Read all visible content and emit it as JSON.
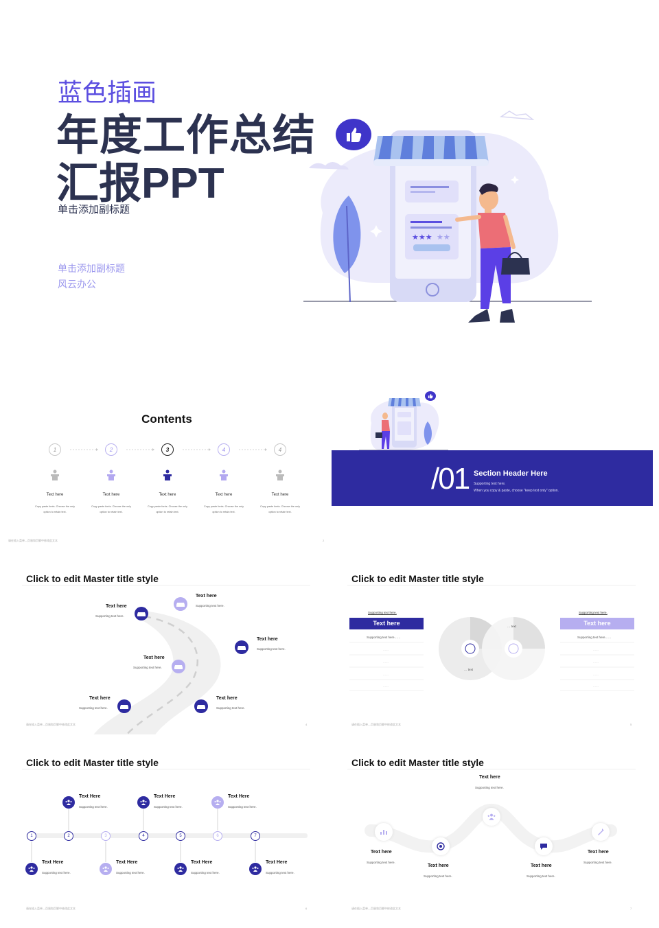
{
  "cover": {
    "title_line1": "蓝色插画",
    "title_line2": "年度工作总结",
    "title_line3": "汇报PPT",
    "subtitle": "单击添加副标题",
    "sub2": "单击添加副标题",
    "author": "风云办公"
  },
  "contents": {
    "title": "Contents",
    "steps": [
      {
        "num": "1",
        "label": "Text here",
        "desc1": "Copy paste fonts. Choose the only",
        "desc2": "option to retain text."
      },
      {
        "num": "2",
        "label": "Text here",
        "desc1": "Copy paste fonts. Choose the only",
        "desc2": "option to retain text."
      },
      {
        "num": "3",
        "label": "Text here",
        "desc1": "Copy paste fonts. Choose the only",
        "desc2": "option to retain text."
      },
      {
        "num": "4",
        "label": "Text here",
        "desc1": "Copy paste fonts. Choose the only",
        "desc2": "option to retain text."
      },
      {
        "num": "4",
        "label": "Text here",
        "desc1": "Copy paste fonts. Choose the only",
        "desc2": "option to retain text."
      }
    ],
    "footer": "请在插入菜单—页眉和页脚中修改此文本",
    "page": "2"
  },
  "section": {
    "number": "/01",
    "header": "Section Header Here",
    "line1": "Supporting text here.",
    "line2": "When you copy & paste, choose \"keep text only\" option."
  },
  "master_title": "Click to edit Master title style",
  "road": {
    "items": [
      {
        "title": "Text here",
        "sub": "Supporting text here."
      },
      {
        "title": "Text here",
        "sub": "Supporting text here."
      },
      {
        "title": "Text here",
        "sub": "Supporting text here."
      },
      {
        "title": "Text here",
        "sub": "Supporting text here."
      },
      {
        "title": "Text here",
        "sub": "Supporting text here."
      },
      {
        "title": "Text here",
        "sub": "Supporting text here."
      }
    ],
    "footer": "请在插入菜单—页眉和页脚中修改此文本",
    "page": "4"
  },
  "venn": {
    "left_top": "Supporting text here.",
    "left_header": "Text here",
    "left_rows": [
      "Supporting text here……",
      "……",
      "……",
      "……",
      "……"
    ],
    "right_top": "Supporting text here.",
    "right_header": "Text here",
    "right_rows": [
      "Supporting text here……",
      "……",
      "……",
      "……",
      "……"
    ],
    "label_a": "… text",
    "label_b": "… text",
    "footer": "请在插入菜单—页眉和页脚中修改此文本",
    "page": "5"
  },
  "timeline": {
    "nums": [
      "1",
      "2",
      "3",
      "4",
      "5",
      "6",
      "7"
    ],
    "top": [
      {
        "title": "Text Here",
        "sub": "Supporting text here."
      },
      {
        "title": "Text Here",
        "sub": "Supporting text here."
      },
      {
        "title": "Text Here",
        "sub": "Supporting text here."
      }
    ],
    "bottom": [
      {
        "title": "Text Here",
        "sub": "Supporting text here."
      },
      {
        "title": "Text Here",
        "sub": "Supporting text here."
      },
      {
        "title": "Text Here",
        "sub": "Supporting text here."
      },
      {
        "title": "Text Here",
        "sub": "Supporting text here."
      }
    ],
    "footer": "请在插入菜单—页眉和页脚中修改此文本",
    "page": "6"
  },
  "wave": {
    "items": [
      {
        "title": "Text here",
        "sub": "Supporting text here."
      },
      {
        "title": "Text here",
        "sub": "Supporting text here."
      },
      {
        "title": "Text here",
        "sub": "Supporting text here."
      },
      {
        "title": "Text here",
        "sub": "Supporting text here."
      },
      {
        "title": "Text here",
        "sub": "Supporting text here."
      }
    ],
    "footer": "请在插入菜单—页眉和页脚中修改此文本",
    "page": "7"
  },
  "colors": {
    "primary": "#2e2ba0",
    "accent": "#5b4ee0",
    "light": "#b6aef0",
    "title_dark": "#2c3250"
  }
}
